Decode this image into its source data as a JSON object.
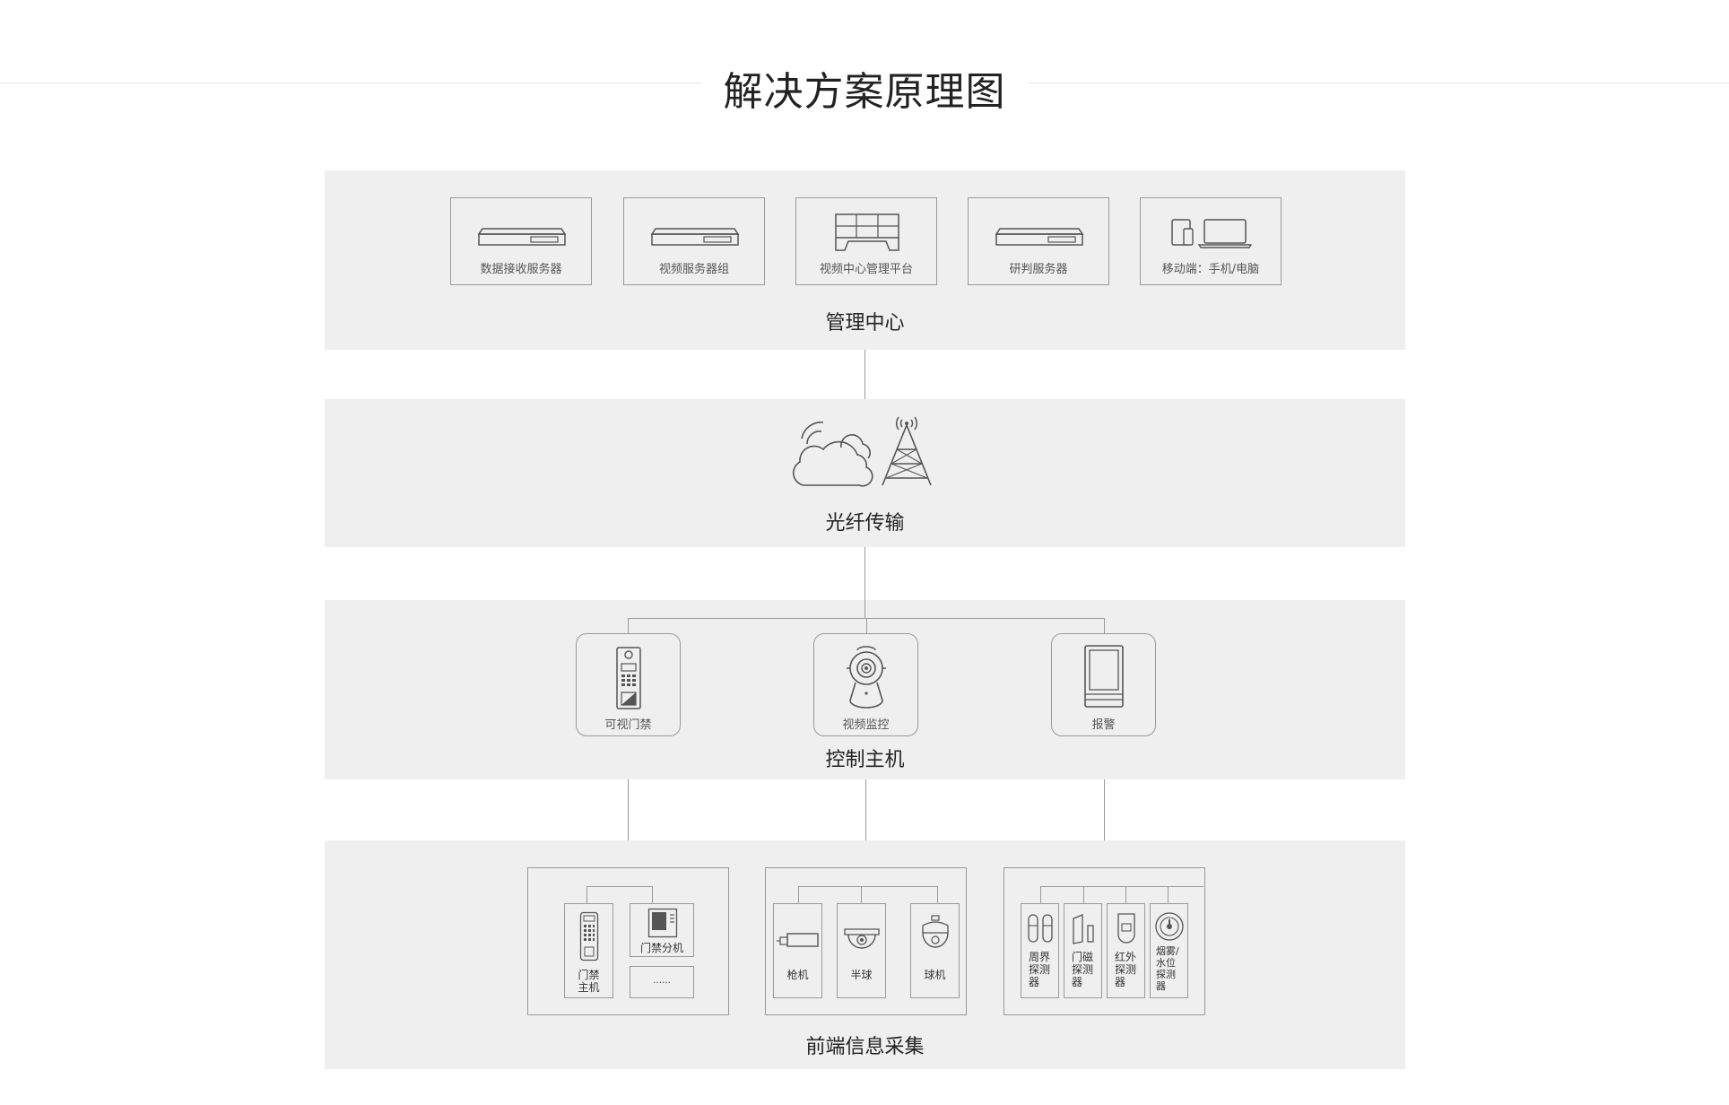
{
  "title": "解决方案原理图",
  "management": {
    "label": "管理中心",
    "items": [
      {
        "label": "数据接收服务器",
        "icon": "server-icon"
      },
      {
        "label": "视频服务器组",
        "icon": "server-icon"
      },
      {
        "label": "视频中心管理平台",
        "icon": "video-wall-icon"
      },
      {
        "label": "研判服务器",
        "icon": "server-icon"
      },
      {
        "label": "移动端：手机/电脑",
        "icon": "mobile-laptop-icon"
      }
    ]
  },
  "transmission": {
    "label": "光纤传输",
    "icons": [
      "cloud-icon",
      "signal-tower-icon"
    ]
  },
  "control": {
    "label": "控制主机",
    "items": [
      {
        "label": "可视门禁",
        "icon": "intercom-icon"
      },
      {
        "label": "视频监控",
        "icon": "camera-icon"
      },
      {
        "label": "报警",
        "icon": "alarm-panel-icon"
      }
    ]
  },
  "frontend": {
    "label": "前端信息采集",
    "access_group": {
      "host": "门禁\n主机",
      "extension": "门禁分机",
      "more": "……"
    },
    "camera_group": {
      "items": [
        "枪机",
        "半球",
        "球机"
      ]
    },
    "sensor_group": {
      "items": [
        "周界\n探测\n器",
        "门磁\n探测\n器",
        "红外\n探测\n器",
        "烟雾/\n水位\n探测\n器"
      ]
    }
  },
  "colors": {
    "panel_bg": "#efefef",
    "line": "#9a9a9a",
    "text": "#222222"
  }
}
